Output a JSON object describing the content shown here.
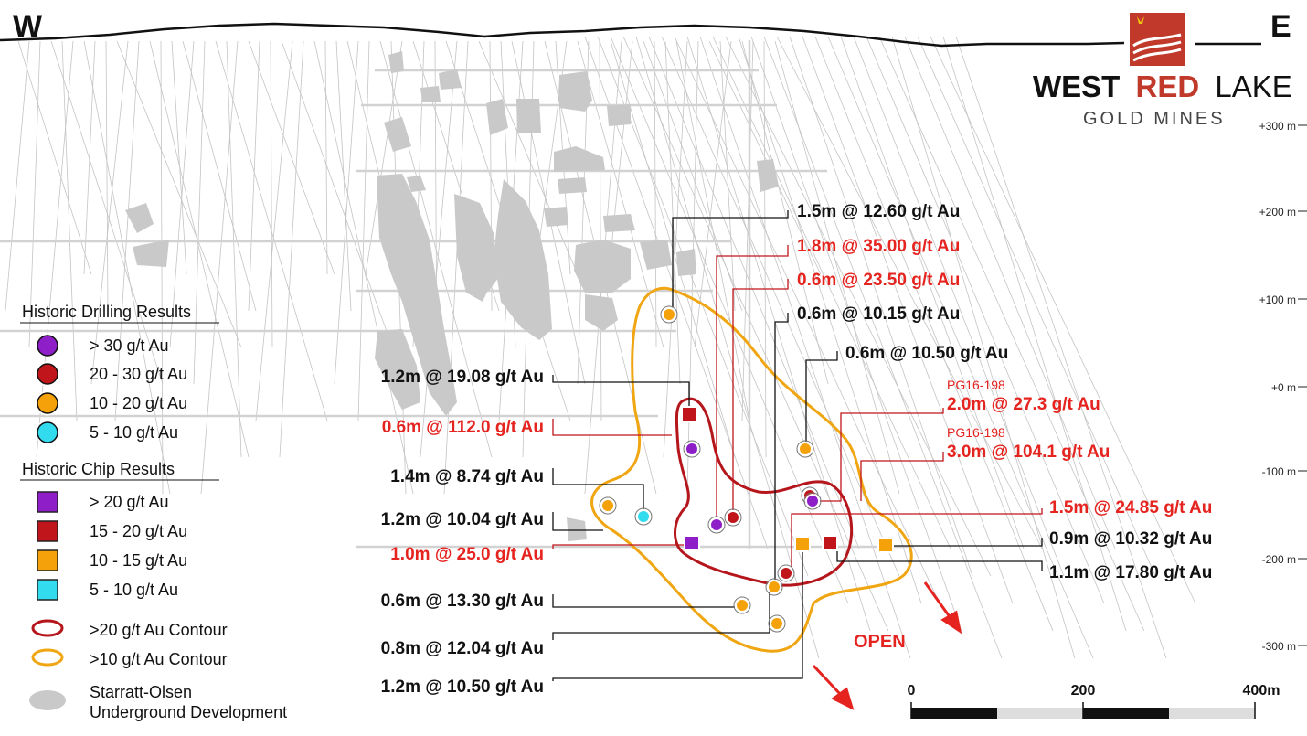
{
  "orientation": {
    "west": "W",
    "east": "E"
  },
  "logo": {
    "word1": "WEST",
    "word2": "RED",
    "word3": "LAKE",
    "subtitle": "GOLD MINES"
  },
  "elevation_labels": [
    "+300 m",
    "+200 m",
    "+100 m",
    "+0 m",
    "-100 m",
    "-200 m",
    "-300 m"
  ],
  "legend": {
    "drilling_title": "Historic Drilling Results",
    "drilling": [
      {
        "label": "> 30 g/t Au",
        "color": "#8e1fc8"
      },
      {
        "label": "20 - 30 g/t Au",
        "color": "#c0151b"
      },
      {
        "label": "10 - 20 g/t Au",
        "color": "#f5a20a"
      },
      {
        "label": "5 - 10 g/t Au",
        "color": "#33dbee"
      }
    ],
    "chip_title": "Historic Chip Results",
    "chip": [
      {
        "label": "> 20 g/t Au",
        "color": "#8e1fc8"
      },
      {
        "label": "15 - 20 g/t Au",
        "color": "#c0151b"
      },
      {
        "label": "10 - 15 g/t Au",
        "color": "#f5a20a"
      },
      {
        "label": "5 - 10 g/t Au",
        "color": "#33dbee"
      }
    ],
    "contour_20": ">20 g/t Au Contour",
    "contour_10": ">10 g/t Au Contour",
    "development_1": "Starratt-Olsen",
    "development_2": "Underground Development"
  },
  "intercepts_left": [
    {
      "text": "1.2m @ 19.08 g/t Au",
      "red": false
    },
    {
      "text": "0.6m @ 112.0 g/t Au",
      "red": true
    },
    {
      "text": "1.4m @ 8.74 g/t Au",
      "red": false
    },
    {
      "text": "1.2m @ 10.04 g/t Au",
      "red": false
    },
    {
      "text": "1.0m @ 25.0 g/t Au",
      "red": true
    },
    {
      "text": "0.6m @ 13.30 g/t Au",
      "red": false
    },
    {
      "text": "0.8m @ 12.04 g/t Au",
      "red": false
    },
    {
      "text": "1.2m @ 10.50 g/t Au",
      "red": false
    }
  ],
  "intercepts_right": [
    {
      "text": "1.5m @ 12.60 g/t Au",
      "red": false
    },
    {
      "text": "1.8m @ 35.00 g/t Au",
      "red": true
    },
    {
      "text": "0.6m @ 23.50 g/t Au",
      "red": true
    },
    {
      "text": "0.6m @ 10.15 g/t Au",
      "red": false
    },
    {
      "text": "0.6m @ 10.50 g/t Au",
      "red": false
    },
    {
      "text": "1.5m @ 24.85 g/t Au",
      "red": true
    },
    {
      "text": "0.9m @ 10.32 g/t Au",
      "red": false
    },
    {
      "text": "1.1m @ 17.80 g/t Au",
      "red": false
    }
  ],
  "pg_intercepts": [
    {
      "hole": "PG16-198",
      "text": "2.0m @ 27.3 g/t Au"
    },
    {
      "hole": "PG16-198",
      "text": "3.0m @ 104.1 g/t Au"
    }
  ],
  "open_label": "OPEN",
  "scale": {
    "labels": [
      "0",
      "200",
      "400m"
    ]
  }
}
